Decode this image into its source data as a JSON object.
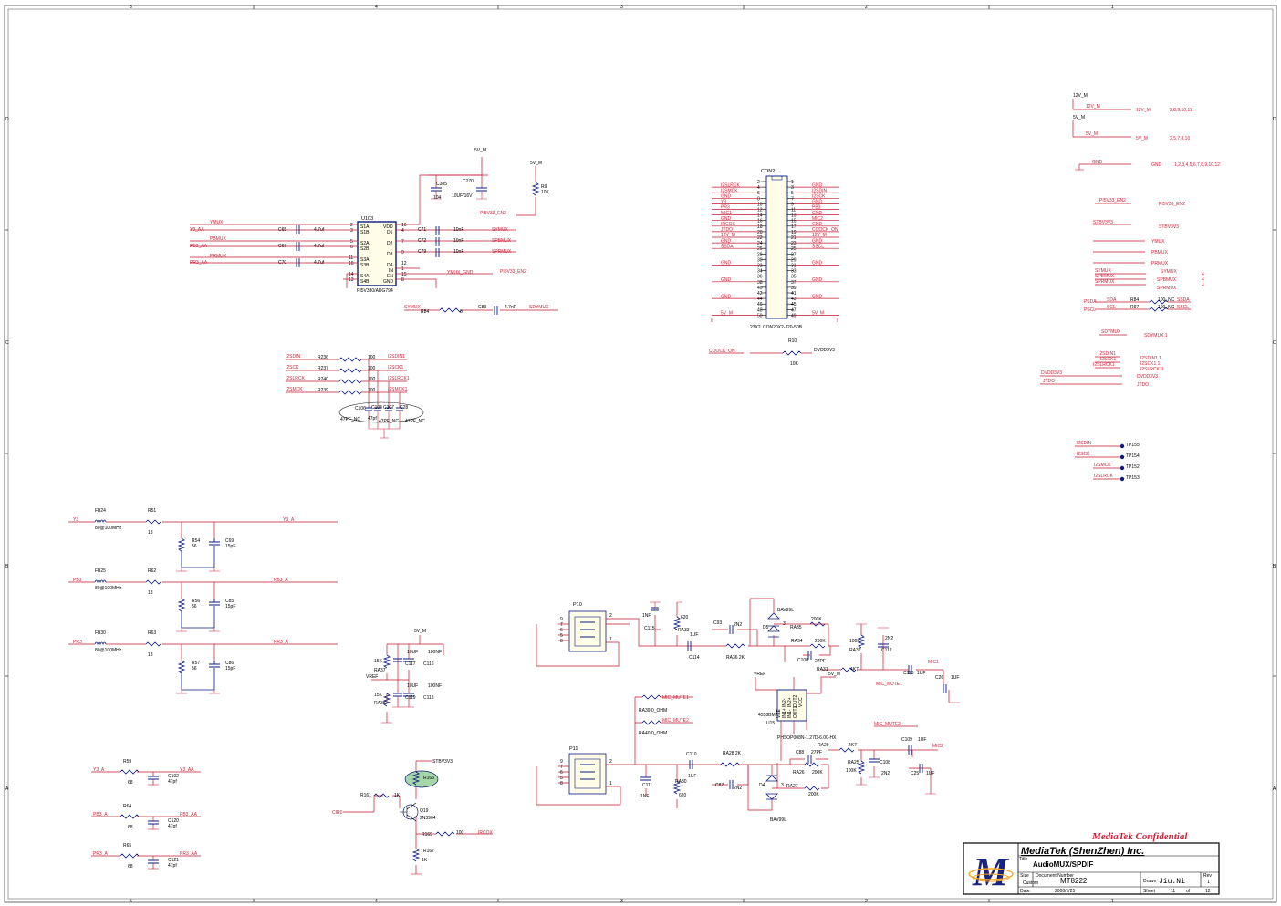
{
  "border": {
    "cols": [
      "5",
      "4",
      "3",
      "2",
      "1"
    ],
    "rows": [
      "D",
      "C",
      "B",
      "A"
    ]
  },
  "u103": {
    "ref": "U103",
    "part": "PI5V330/ADG794",
    "pins_l": [
      "S1A",
      "S1B",
      "S2A",
      "S2B",
      "S3A",
      "S3B",
      "S4A",
      "S4B"
    ],
    "pins_r": [
      "VDD",
      "D1",
      "D2",
      "D3",
      "D4",
      "IN",
      "EN",
      "GND"
    ],
    "nums_l": [
      "2",
      "3",
      "5",
      "6",
      "11",
      "10",
      "14",
      "13"
    ],
    "nums_r": [
      "16",
      "4",
      "7",
      "9",
      "12",
      "1",
      "15",
      "8"
    ]
  },
  "pwr": {
    "v5": "5V_M",
    "c385": "C385",
    "c385v": "104",
    "c270": "C270",
    "c270v": "10UF/16V",
    "r9": "R9",
    "r9v": "10K",
    "en": "PI5V33_EN2",
    "v5b": "5V_M"
  },
  "sw_in": [
    {
      "net": "YMUX",
      "src": "Y3_AA",
      "cap": "C65",
      "val": "4.7uf"
    },
    {
      "net": "PBMUX",
      "src": "PB3_AA",
      "cap": "C67",
      "val": "4.7uf"
    },
    {
      "net": "PRMUX",
      "src": "PR3_AA",
      "cap": "C70",
      "val": "4.7uf"
    }
  ],
  "sw_out": [
    {
      "cap": "C71",
      "val": "10nF",
      "net": "SYMUX"
    },
    {
      "cap": "C72",
      "val": "10nF",
      "net": "SPBMUX"
    },
    {
      "cap": "C79",
      "val": "10nF",
      "net": "SPRMUX"
    }
  ],
  "ymux_gnd": "YMUX_GND",
  "en2": "PI5V33_EN2",
  "symux_row": {
    "net": "SYMUX",
    "r": "R84",
    "rv": "0",
    "c": "C83",
    "cv": "4.7nF",
    "out": "SDYMUX"
  },
  "i2s": [
    {
      "in": "I2SDIN",
      "r": "R236",
      "v": "100",
      "out": "I2SDIN1"
    },
    {
      "in": "I2SCK",
      "r": "R237",
      "v": "100",
      "out": "I2SCK1"
    },
    {
      "in": "I2SLRCK",
      "r": "R240",
      "v": "100",
      "out": "I2SLRCK1"
    },
    {
      "in": "I2SMCK",
      "r": "R239",
      "v": "100",
      "out": "I2SMCK1"
    }
  ],
  "i2scaps": {
    "c1": "C106",
    "c2": "C104",
    "c3": "C107",
    "c4": "C28",
    "v1": "47PF_NC",
    "v2": "47pf",
    "v3": "47PF_NC",
    "v4": "47PF_NC"
  },
  "con2": {
    "ref": "CON2",
    "part": "CON20X2-J20-50B",
    "tag": "23X2",
    "left_nets": [
      "I2SLRCK",
      "I2SMCK",
      "GND",
      "Y3",
      "PR3",
      "MIC1",
      "GND",
      "IRCOX",
      "JTDO",
      "12V_M",
      "GND",
      "SSDA",
      "GND",
      "GND",
      "GND",
      "5V_M"
    ],
    "left_pins": [
      "2",
      "4",
      "6",
      "8",
      "10",
      "12",
      "14",
      "16",
      "18",
      "20",
      "22",
      "24",
      "26",
      "28",
      "30",
      "32",
      "34",
      "36",
      "38",
      "40",
      "42",
      "44",
      "46",
      "48",
      "50"
    ],
    "right_nets": [
      "GND",
      "I2SDIN",
      "I2SCK",
      "GND",
      "PB3",
      "GND",
      "MIC2",
      "GND",
      "COOCK_ON",
      "12V_M",
      "GND",
      "SSCL",
      "GND",
      "GND",
      "GND",
      "5V_M"
    ],
    "right_pins": [
      "1",
      "3",
      "5",
      "7",
      "9",
      "11",
      "13",
      "15",
      "17",
      "19",
      "21",
      "23",
      "25",
      "27",
      "29",
      "31",
      "33",
      "35",
      "37",
      "39",
      "41",
      "43",
      "45",
      "47",
      "49"
    ]
  },
  "r10": {
    "net": "COOCK_ON",
    "ref": "R10",
    "val": "10K",
    "out": "DVDD3V3"
  },
  "ports": [
    {
      "in": "12V_M",
      "net": "12V_M",
      "desc": "2,8,9,10,12"
    },
    {
      "in": "5V_M",
      "net": "5V_M",
      "desc": "2,5,7,8,10"
    },
    {
      "in": "GND",
      "net": "GND",
      "desc": "1,2,3,4,5,6,7,8,9,10,12"
    },
    {
      "in": "PI5V33_EN2",
      "net": "PI5V33_EN2"
    },
    {
      "in": "STBV3V3",
      "net": "STBV3V3"
    },
    {
      "in": "",
      "net": "YMUX"
    },
    {
      "in": "",
      "net": "PBMUX"
    },
    {
      "in": "",
      "net": "PRMUX"
    }
  ],
  "sports": [
    {
      "n": "SYMUX",
      "p": "4"
    },
    {
      "n": "SPBMUX",
      "p": "4"
    },
    {
      "n": "SPRMUX",
      "p": "4"
    }
  ],
  "psda": {
    "a": "PSDA",
    "b": "SDA",
    "r": "R84",
    "v": "100_NC",
    "o": "SSDA"
  },
  "pscl": {
    "a": "PSCL",
    "b": "SCL",
    "r": "R97",
    "v": "100_NC",
    "o": "SSCL"
  },
  "sdymux": {
    "a": "SDYMUX",
    "b": "SDYMUX 1"
  },
  "i2sports": [
    {
      "a": "I2SDIN1",
      "b": "I2SDIN1 1"
    },
    {
      "a": "I2SCK1",
      "b": "I2SCK1  1"
    },
    {
      "a": "I2SLRCK1",
      "b": "I2SLRCK1I"
    }
  ],
  "dvdd": {
    "a": "DVDD3V3",
    "b": "DVDD3V3"
  },
  "jtdo": {
    "a": "JTDO",
    "b": "JTDO"
  },
  "tps": [
    {
      "n": "I2SDIN",
      "tp": "TP155"
    },
    {
      "n": "I2SCK",
      "tp": "TP154"
    },
    {
      "n": "I2SMCK",
      "tp": "TP152"
    },
    {
      "n": "I2SLRCK",
      "tp": "TP153"
    }
  ],
  "filt": [
    {
      "in": "Y3",
      "fb": "FB24",
      "fbv": "80@100MHz",
      "r": "R51",
      "rv": "18",
      "r2": "R54",
      "r2v": "56",
      "c": "C69",
      "cv": "15pF",
      "out": "Y3_A"
    },
    {
      "in": "PB3",
      "fb": "FB25",
      "fbv": "80@100MHz",
      "r": "R62",
      "rv": "18",
      "r2": "R56",
      "r2v": "56",
      "c": "C85",
      "cv": "15pF",
      "out": "PB3_A"
    },
    {
      "in": "PR3",
      "fb": "FB30",
      "fbv": "80@100MHz",
      "r": "R63",
      "rv": "18",
      "r2": "R57",
      "r2v": "56",
      "c": "C86",
      "cv": "15pF",
      "out": "PR3_A"
    }
  ],
  "small": [
    {
      "in": "Y3_A",
      "r": "R59",
      "v": "68",
      "c": "C102",
      "cv": "47pf",
      "out": "Y3_AA"
    },
    {
      "in": "PB3_A",
      "r": "R64",
      "v": "68",
      "c": "C120",
      "cv": "47pf",
      "out": "PB3_AA"
    },
    {
      "in": "PR3_A",
      "r": "R65",
      "v": "68",
      "c": "C121",
      "cv": "47pf",
      "out": "PR3_AA"
    }
  ],
  "vref": {
    "v5": "5V_M",
    "ra37": "RA37",
    "r15": "15K",
    "c117": "C117",
    "c116": "C116",
    "v10": "10UF",
    "v100": "100NF",
    "vref": "VREF",
    "ra38": "RA38",
    "r15b": "15K",
    "c119": "C119",
    "c118": "C118",
    "v10b": "10UF",
    "v100b": "100NF"
  },
  "q19": {
    "stb": "STBV3V3",
    "r163": "R163",
    "r161": "R161",
    "r161v": "1K",
    "q": "Q19",
    "qv": "2N3904",
    "cir": "CIR0",
    "r169": "R169",
    "r169v": "100",
    "ircox": "IRCOX",
    "r167": "R167",
    "r167v": "1K"
  },
  "audio": {
    "p10": "P10",
    "p11": "P11",
    "p10pins": [
      "9",
      "7",
      "6",
      "5",
      "8",
      "2",
      "1"
    ],
    "c115": "C115",
    "c115v": "1NF",
    "ra33": "RA33",
    "ra33v": "620",
    "c114": "C114",
    "c114v": "1UF",
    "c93": "C93",
    "c93v": "2N2",
    "ra36": "RA36 2K",
    "d5": "D5",
    "bav": "BAV99L",
    "ra35": "RA35",
    "v200k": "200K",
    "ra34": "RA34",
    "c100": "C100",
    "v27": "27PF",
    "ra31": "RA31",
    "v4k7": "4K7",
    "ra32": "RA32",
    "v100k": "100K",
    "c112": "C112",
    "c113": "C113",
    "v1uf": "1UF",
    "c26": "C26",
    "mic1": "MIC1",
    "mute1": "MIC_MUTE1",
    "vref": "VREF",
    "v5": "5V_M",
    "u15": "U15",
    "op": "4558BM",
    "opp": "PHSOP008N-1.27D-6.00-HX",
    "ra39": "RA39 0_OHM",
    "mute1b": "MIC_MUTE1",
    "ra40": "RA40 0_OHM",
    "mute2b": "MIC_MUTE2",
    "c110": "C110",
    "ra28": "RA28 2K",
    "c111": "C111",
    "ra30": "RA30",
    "c87": "C87",
    "d4": "D4",
    "ra26": "RA26",
    "ra27": "RA27",
    "c88": "C88",
    "ra29": "RA29",
    "ra25": "RA25",
    "c108": "C108",
    "c109": "C109",
    "c25": "C25",
    "mic2": "MIC2",
    "mute2": "MIC_MUTE2",
    "v3": "3",
    "v1nf": "1NF",
    "v620": "620",
    "v2n2": "2N2"
  },
  "opins": [
    "VEE",
    "IN1+",
    "IN1-",
    "OUT1",
    "IN2-",
    "IN2+",
    "OUT2",
    "VCC"
  ],
  "title": {
    "confidential": "MediaTek Confidential",
    "company": "MediaTek (ShenZhen) Inc.",
    "title_l": "Title",
    "title": "AudioMUX/SPDIF",
    "size_l": "Size",
    "size": "Custom",
    "docno_l": "Document Number",
    "docno": "MT8222",
    "rev_l": "Rev",
    "rev": "1",
    "date_l": "Date:",
    "date": "2008/1/25",
    "sheet_l": "Sheet",
    "sheet": "11",
    "of_l": "of",
    "of": "12",
    "drawn_l": "Drawn",
    "drawn": "Jiu.Ni"
  }
}
